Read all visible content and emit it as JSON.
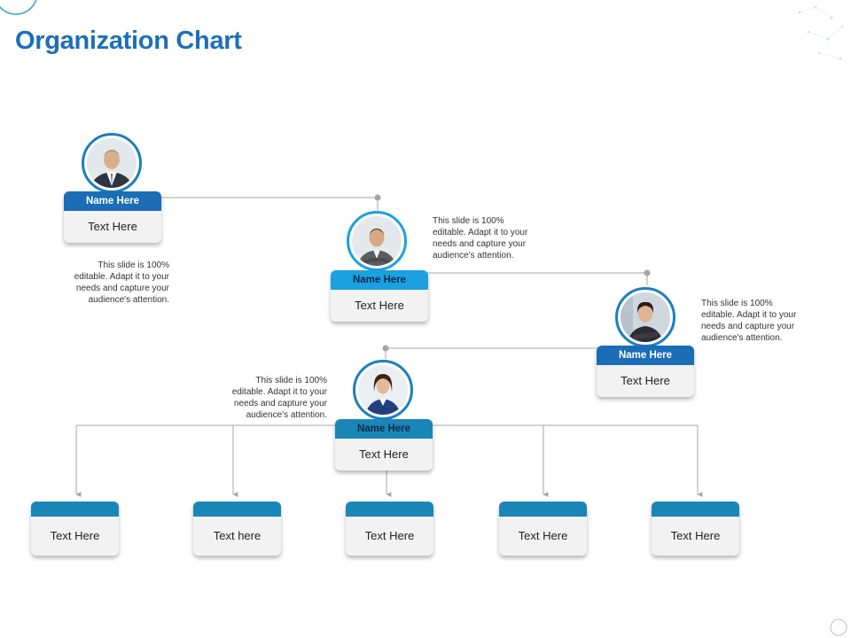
{
  "title": "Organization Chart",
  "colors": {
    "title": "#1d6fb8",
    "dark_blue": "#1b6db6",
    "light_blue": "#1ba1e2",
    "teal": "#1a86b8",
    "line": "#a6a6a6"
  },
  "people": [
    {
      "name": "Name Here",
      "text": "Text Here"
    },
    {
      "name": "Name Here",
      "text": "Text Here"
    },
    {
      "name": "Name Here",
      "text": "Text Here"
    },
    {
      "name": "Name Here",
      "text": "Text Here"
    }
  ],
  "notes": [
    "This slide is 100% editable. Adapt it to your needs and capture your audience's attention.",
    "This slide is 100% editable. Adapt it to your needs and capture your audience's attention.",
    "This slide is 100% editable. Adapt it to your needs and capture your audience's attention.",
    "This slide is 100% editable. Adapt it to your needs and capture your audience's attention."
  ],
  "leaves": [
    {
      "text": "Text Here"
    },
    {
      "text": "Text here"
    },
    {
      "text": "Text Here"
    },
    {
      "text": "Text Here"
    },
    {
      "text": "Text Here"
    }
  ]
}
